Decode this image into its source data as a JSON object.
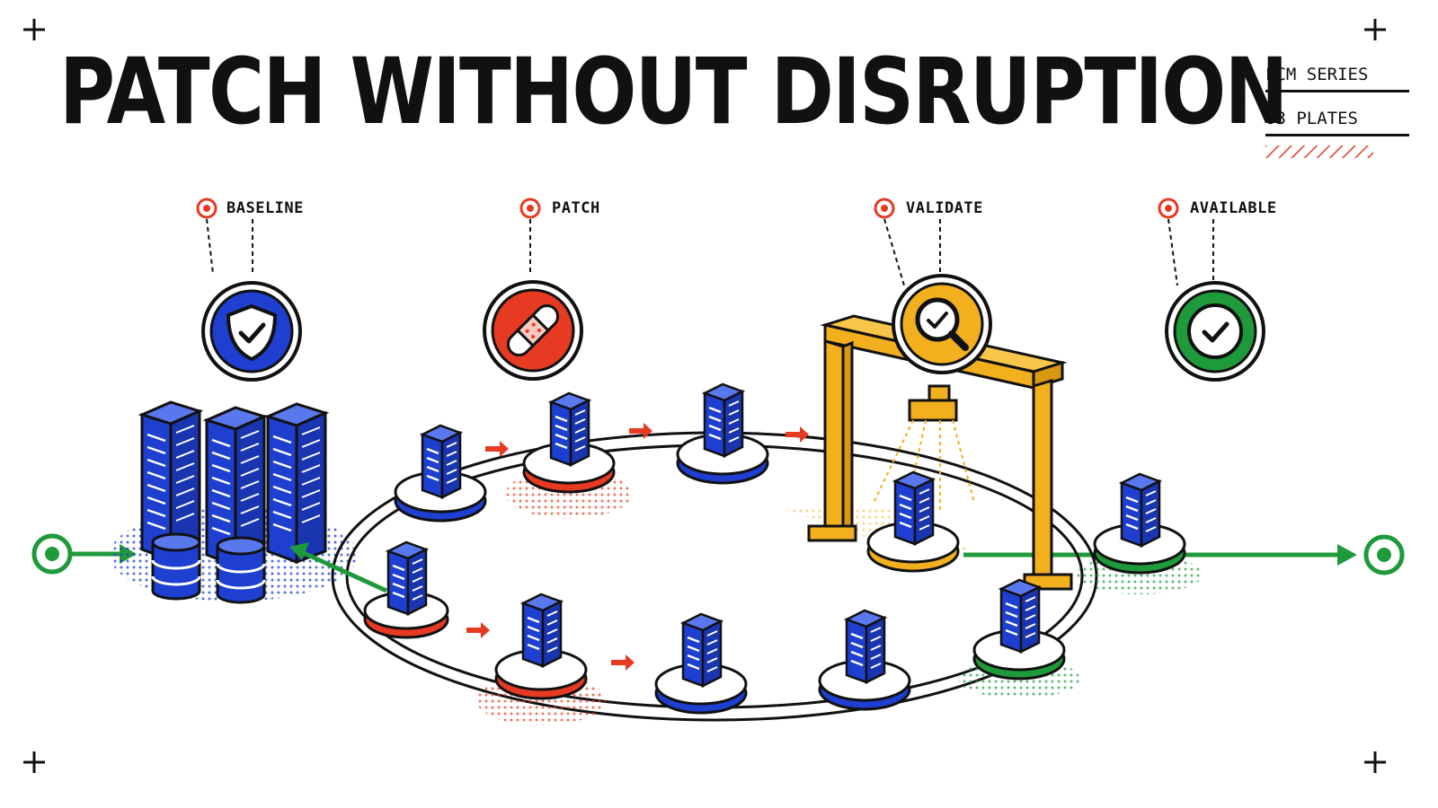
{
  "title": "PATCH WITHOUT DISRUPTION",
  "meta": {
    "series": "LCM SERIES",
    "plates": "03 PLATES"
  },
  "stages": [
    {
      "label": "BASELINE",
      "icon": "shield-check-icon",
      "color": "#1e3fd0"
    },
    {
      "label": "PATCH",
      "icon": "bandage-icon",
      "color": "#e63a22"
    },
    {
      "label": "VALIDATE",
      "icon": "magnifier-check-icon",
      "color": "#f2b01e"
    },
    {
      "label": "AVAILABLE",
      "icon": "check-circle-icon",
      "color": "#1f9a3a"
    }
  ],
  "colors": {
    "blue": "#1e3fd0",
    "red": "#e63a22",
    "yellow": "#f2b01e",
    "green": "#1f9a3a",
    "ink": "#111111"
  }
}
